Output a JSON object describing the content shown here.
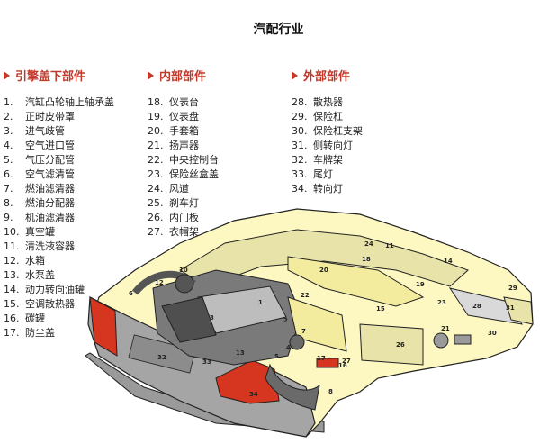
{
  "title": "汽配行业",
  "sections": [
    {
      "heading": "引擎盖下部件",
      "items": [
        {
          "num": "1.",
          "label": "汽缸凸轮轴上轴承盖"
        },
        {
          "num": "2.",
          "label": "正时皮带罩"
        },
        {
          "num": "3.",
          "label": "进气歧管"
        },
        {
          "num": "4.",
          "label": "空气进口管"
        },
        {
          "num": "5.",
          "label": "气压分配管"
        },
        {
          "num": "6.",
          "label": "空气滤清管"
        },
        {
          "num": "7.",
          "label": "燃油滤清器"
        },
        {
          "num": "8.",
          "label": "燃油分配器"
        },
        {
          "num": "9.",
          "label": "机油滤清器"
        },
        {
          "num": "10.",
          "label": "真空罐"
        },
        {
          "num": "11.",
          "label": "清洗液容器"
        },
        {
          "num": "12.",
          "label": "水箱"
        },
        {
          "num": "13.",
          "label": "水泵盖"
        },
        {
          "num": "14.",
          "label": "动力转向油罐"
        },
        {
          "num": "15.",
          "label": "空调散热器"
        },
        {
          "num": "16.",
          "label": "碳罐"
        },
        {
          "num": "17.",
          "label": "防尘盖"
        }
      ]
    },
    {
      "heading": "内部部件",
      "items": [
        {
          "num": "18.",
          "label": "仪表台"
        },
        {
          "num": "19.",
          "label": "仪表盘"
        },
        {
          "num": "20.",
          "label": "手套箱"
        },
        {
          "num": "21.",
          "label": "扬声器"
        },
        {
          "num": "22.",
          "label": "中央控制台"
        },
        {
          "num": "23.",
          "label": "保险丝盒盖"
        },
        {
          "num": "24.",
          "label": "风道"
        },
        {
          "num": "25.",
          "label": "刹车灯"
        },
        {
          "num": "26.",
          "label": "内门板"
        },
        {
          "num": "27.",
          "label": "衣帽架"
        }
      ]
    },
    {
      "heading": "外部部件",
      "items": [
        {
          "num": "28.",
          "label": "散热器"
        },
        {
          "num": "29.",
          "label": "保险杠"
        },
        {
          "num": "30.",
          "label": "保险杠支架"
        },
        {
          "num": "31.",
          "label": "侧转向灯"
        },
        {
          "num": "32.",
          "label": "车牌架"
        },
        {
          "num": "33.",
          "label": "尾灯"
        },
        {
          "num": "34.",
          "label": "转向灯"
        }
      ]
    }
  ],
  "diagram": {
    "colors": {
      "body": "#fdf8c2",
      "outline": "#222222",
      "gray": "#9a9a9a",
      "dark": "#555555",
      "red": "#d6351f",
      "accent": "#c0392b"
    },
    "callouts": [
      "1",
      "2",
      "3",
      "4",
      "5",
      "6",
      "7",
      "8",
      "10",
      "11",
      "12",
      "13",
      "14",
      "15",
      "16",
      "17",
      "18",
      "19",
      "20",
      "21",
      "22",
      "23",
      "24",
      "26",
      "27",
      "28",
      "29",
      "30",
      "31",
      "32",
      "33",
      "34"
    ]
  }
}
